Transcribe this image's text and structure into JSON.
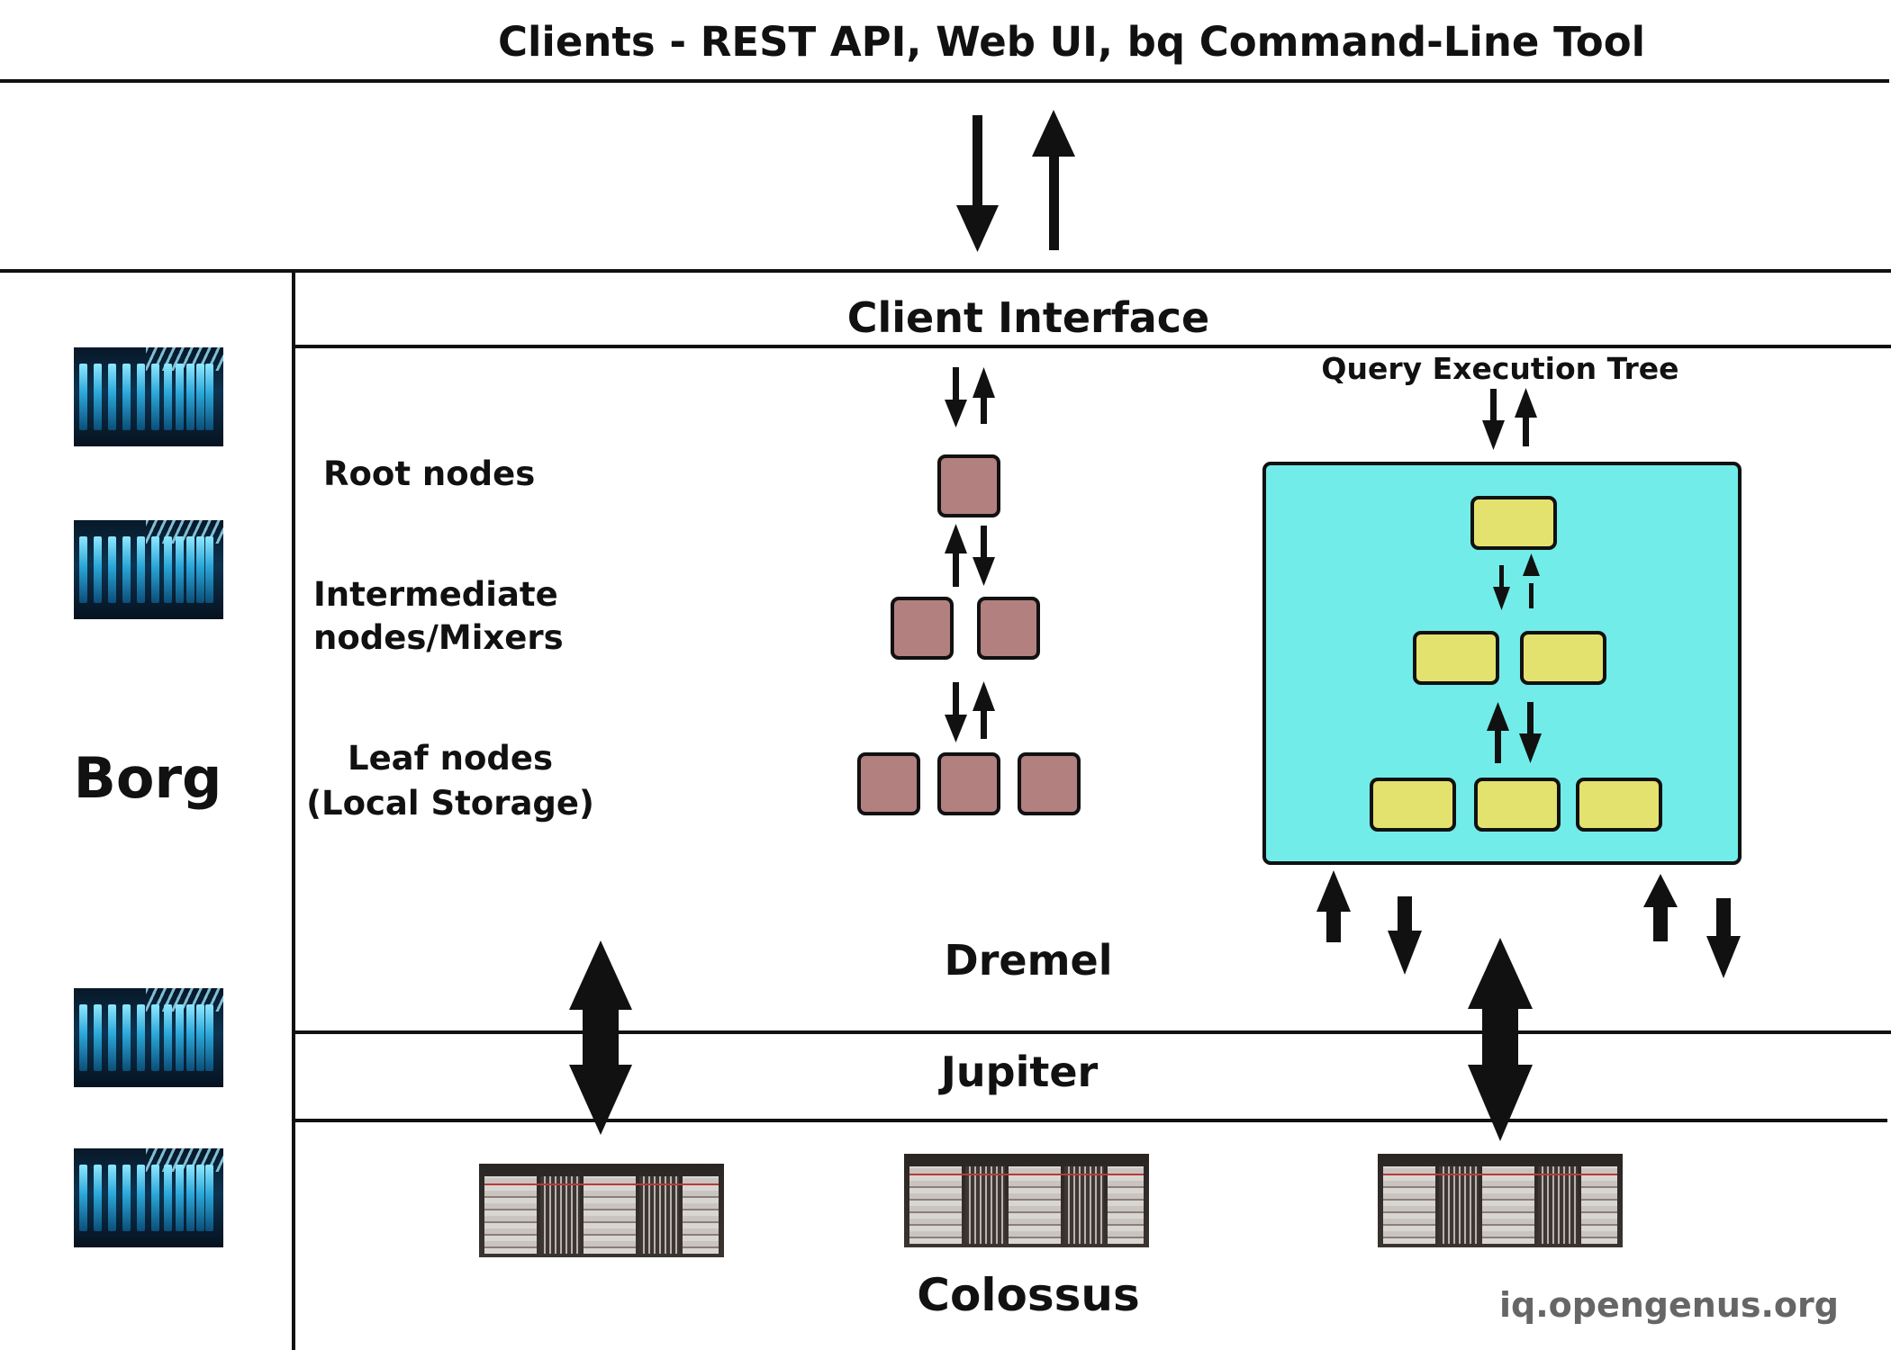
{
  "clients_title": "Clients - REST API, Web UI, bq Command-Line Tool",
  "client_interface": "Client Interface",
  "query_execution_tree": "Query Execution Tree",
  "tiers": {
    "root": "Root nodes",
    "intermediate_line1": "Intermediate",
    "intermediate_line2": "nodes/Mixers",
    "leaf_line1": "Leaf nodes",
    "leaf_line2": "(Local Storage)"
  },
  "borg": "Borg",
  "dremel": "Dremel",
  "jupiter": "Jupiter",
  "colossus": "Colossus",
  "watermark": "iq.opengenus.org",
  "colors": {
    "line": "#111111",
    "node_fill": "#b38080",
    "qet_fill": "#72ece8",
    "qet_node_fill": "#e4e26e",
    "watermark": "#666666"
  },
  "images": {
    "borg_servers": [
      "server-rack-image",
      "server-rack-image",
      "server-rack-image",
      "server-rack-image"
    ],
    "colossus_machines": [
      "storage-machine-image",
      "storage-machine-image",
      "storage-machine-image"
    ]
  }
}
